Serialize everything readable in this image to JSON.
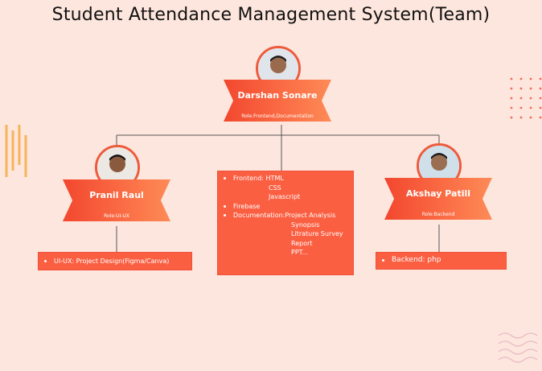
{
  "title": "Student Attendance Management System(Team)",
  "colors": {
    "accent": "#f2472f",
    "box": "#fb5f42",
    "background": "#fde6dd"
  },
  "lead": {
    "name": "Darshan Sonare",
    "role": "Role:Frontend,Documentation",
    "avatar_icon": "person-avatar-icon"
  },
  "left": {
    "name": "Pranil Raul",
    "role": "Role:UI-UX",
    "avatar_icon": "person-avatar-icon",
    "tasks": [
      "UI-UX: Project Design(Figma/Canva)"
    ]
  },
  "right": {
    "name": "Akshay Patill",
    "role": "Role:Backend",
    "avatar_icon": "person-avatar-icon",
    "tasks": [
      "Backend: php"
    ]
  },
  "center_tasks": {
    "frontend_label": "Frontend: HTML",
    "frontend_items": [
      "CSS",
      "Javascript"
    ],
    "firebase_label": "Firebase",
    "documentation_label": "Documentation:Project Analysis",
    "documentation_items": [
      "Synopsis",
      "Litrature Survey",
      "Report",
      "PPT..."
    ]
  }
}
